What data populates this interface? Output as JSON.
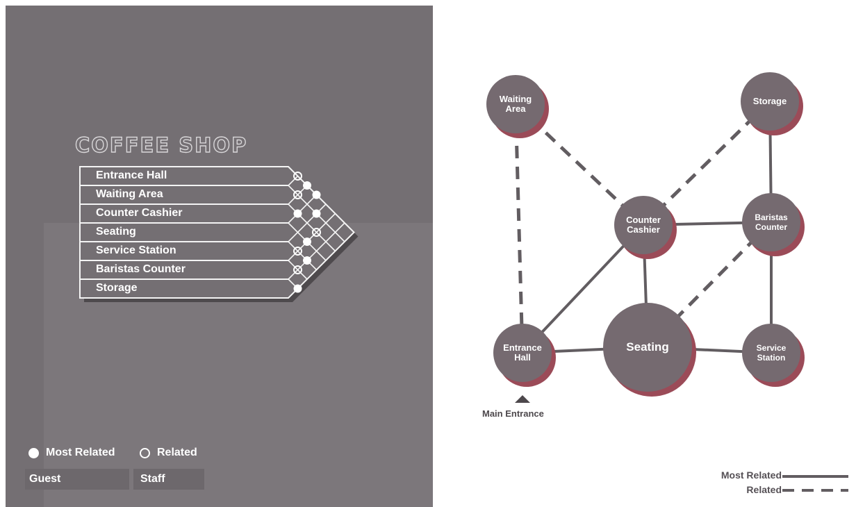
{
  "colors": {
    "panel": "#746f73",
    "node": "#756a70",
    "node_shadow": "#9b4b58",
    "line": "#625d61",
    "text_light": "#ffffff"
  },
  "matrix": {
    "title": "COFFEE SHOP",
    "rows": [
      "Entrance Hall",
      "Waiting Area",
      "Counter Cashier",
      "Seating",
      "Service Station",
      "Baristas Counter",
      "Storage"
    ],
    "cells": [
      {
        "a": 1,
        "b": 2,
        "level": "related"
      },
      {
        "a": 2,
        "b": 3,
        "level": "related"
      },
      {
        "a": 1,
        "b": 3,
        "level": "most"
      },
      {
        "a": 3,
        "b": 4,
        "level": "most"
      },
      {
        "a": 2,
        "b": 4,
        "level": "none"
      },
      {
        "a": 1,
        "b": 4,
        "level": "most"
      },
      {
        "a": 4,
        "b": 5,
        "level": "none"
      },
      {
        "a": 3,
        "b": 5,
        "level": "none"
      },
      {
        "a": 2,
        "b": 5,
        "level": "most"
      },
      {
        "a": 1,
        "b": 5,
        "level": "none"
      },
      {
        "a": 5,
        "b": 6,
        "level": "related"
      },
      {
        "a": 4,
        "b": 6,
        "level": "most"
      },
      {
        "a": 3,
        "b": 6,
        "level": "related"
      },
      {
        "a": 2,
        "b": 6,
        "level": "none"
      },
      {
        "a": 6,
        "b": 7,
        "level": "related"
      },
      {
        "a": 5,
        "b": 7,
        "level": "most"
      },
      {
        "a": 4,
        "b": 7,
        "level": "none"
      },
      {
        "a": 7,
        "b": 8,
        "level": "most"
      }
    ]
  },
  "legend": {
    "most_related": "Most Related",
    "related": "Related"
  },
  "user_types": [
    "Guest",
    "Staff"
  ],
  "diagram": {
    "nodes": [
      {
        "id": "waiting",
        "label": "Waiting\nArea",
        "size": "md"
      },
      {
        "id": "storage",
        "label": "Storage",
        "size": "md"
      },
      {
        "id": "counter",
        "label": "Counter\nCashier",
        "size": "md"
      },
      {
        "id": "baristas",
        "label": "Baristas\nCounter",
        "size": "md"
      },
      {
        "id": "entrance",
        "label": "Entrance\nHall",
        "size": "md"
      },
      {
        "id": "seating",
        "label": "Seating",
        "size": "lg"
      },
      {
        "id": "service",
        "label": "Service\nStation",
        "size": "md"
      }
    ],
    "edges": [
      {
        "from": "waiting",
        "to": "entrance",
        "type": "related"
      },
      {
        "from": "waiting",
        "to": "counter",
        "type": "related"
      },
      {
        "from": "storage",
        "to": "counter",
        "type": "related"
      },
      {
        "from": "storage",
        "to": "baristas",
        "type": "most"
      },
      {
        "from": "counter",
        "to": "baristas",
        "type": "most"
      },
      {
        "from": "counter",
        "to": "entrance",
        "type": "most"
      },
      {
        "from": "counter",
        "to": "seating",
        "type": "most"
      },
      {
        "from": "baristas",
        "to": "seating",
        "type": "related"
      },
      {
        "from": "baristas",
        "to": "service",
        "type": "most"
      },
      {
        "from": "entrance",
        "to": "seating",
        "type": "most"
      },
      {
        "from": "seating",
        "to": "service",
        "type": "most"
      }
    ],
    "main_entrance": "Main Entrance"
  },
  "key": {
    "most_related": "Most Related",
    "related": "Related"
  }
}
